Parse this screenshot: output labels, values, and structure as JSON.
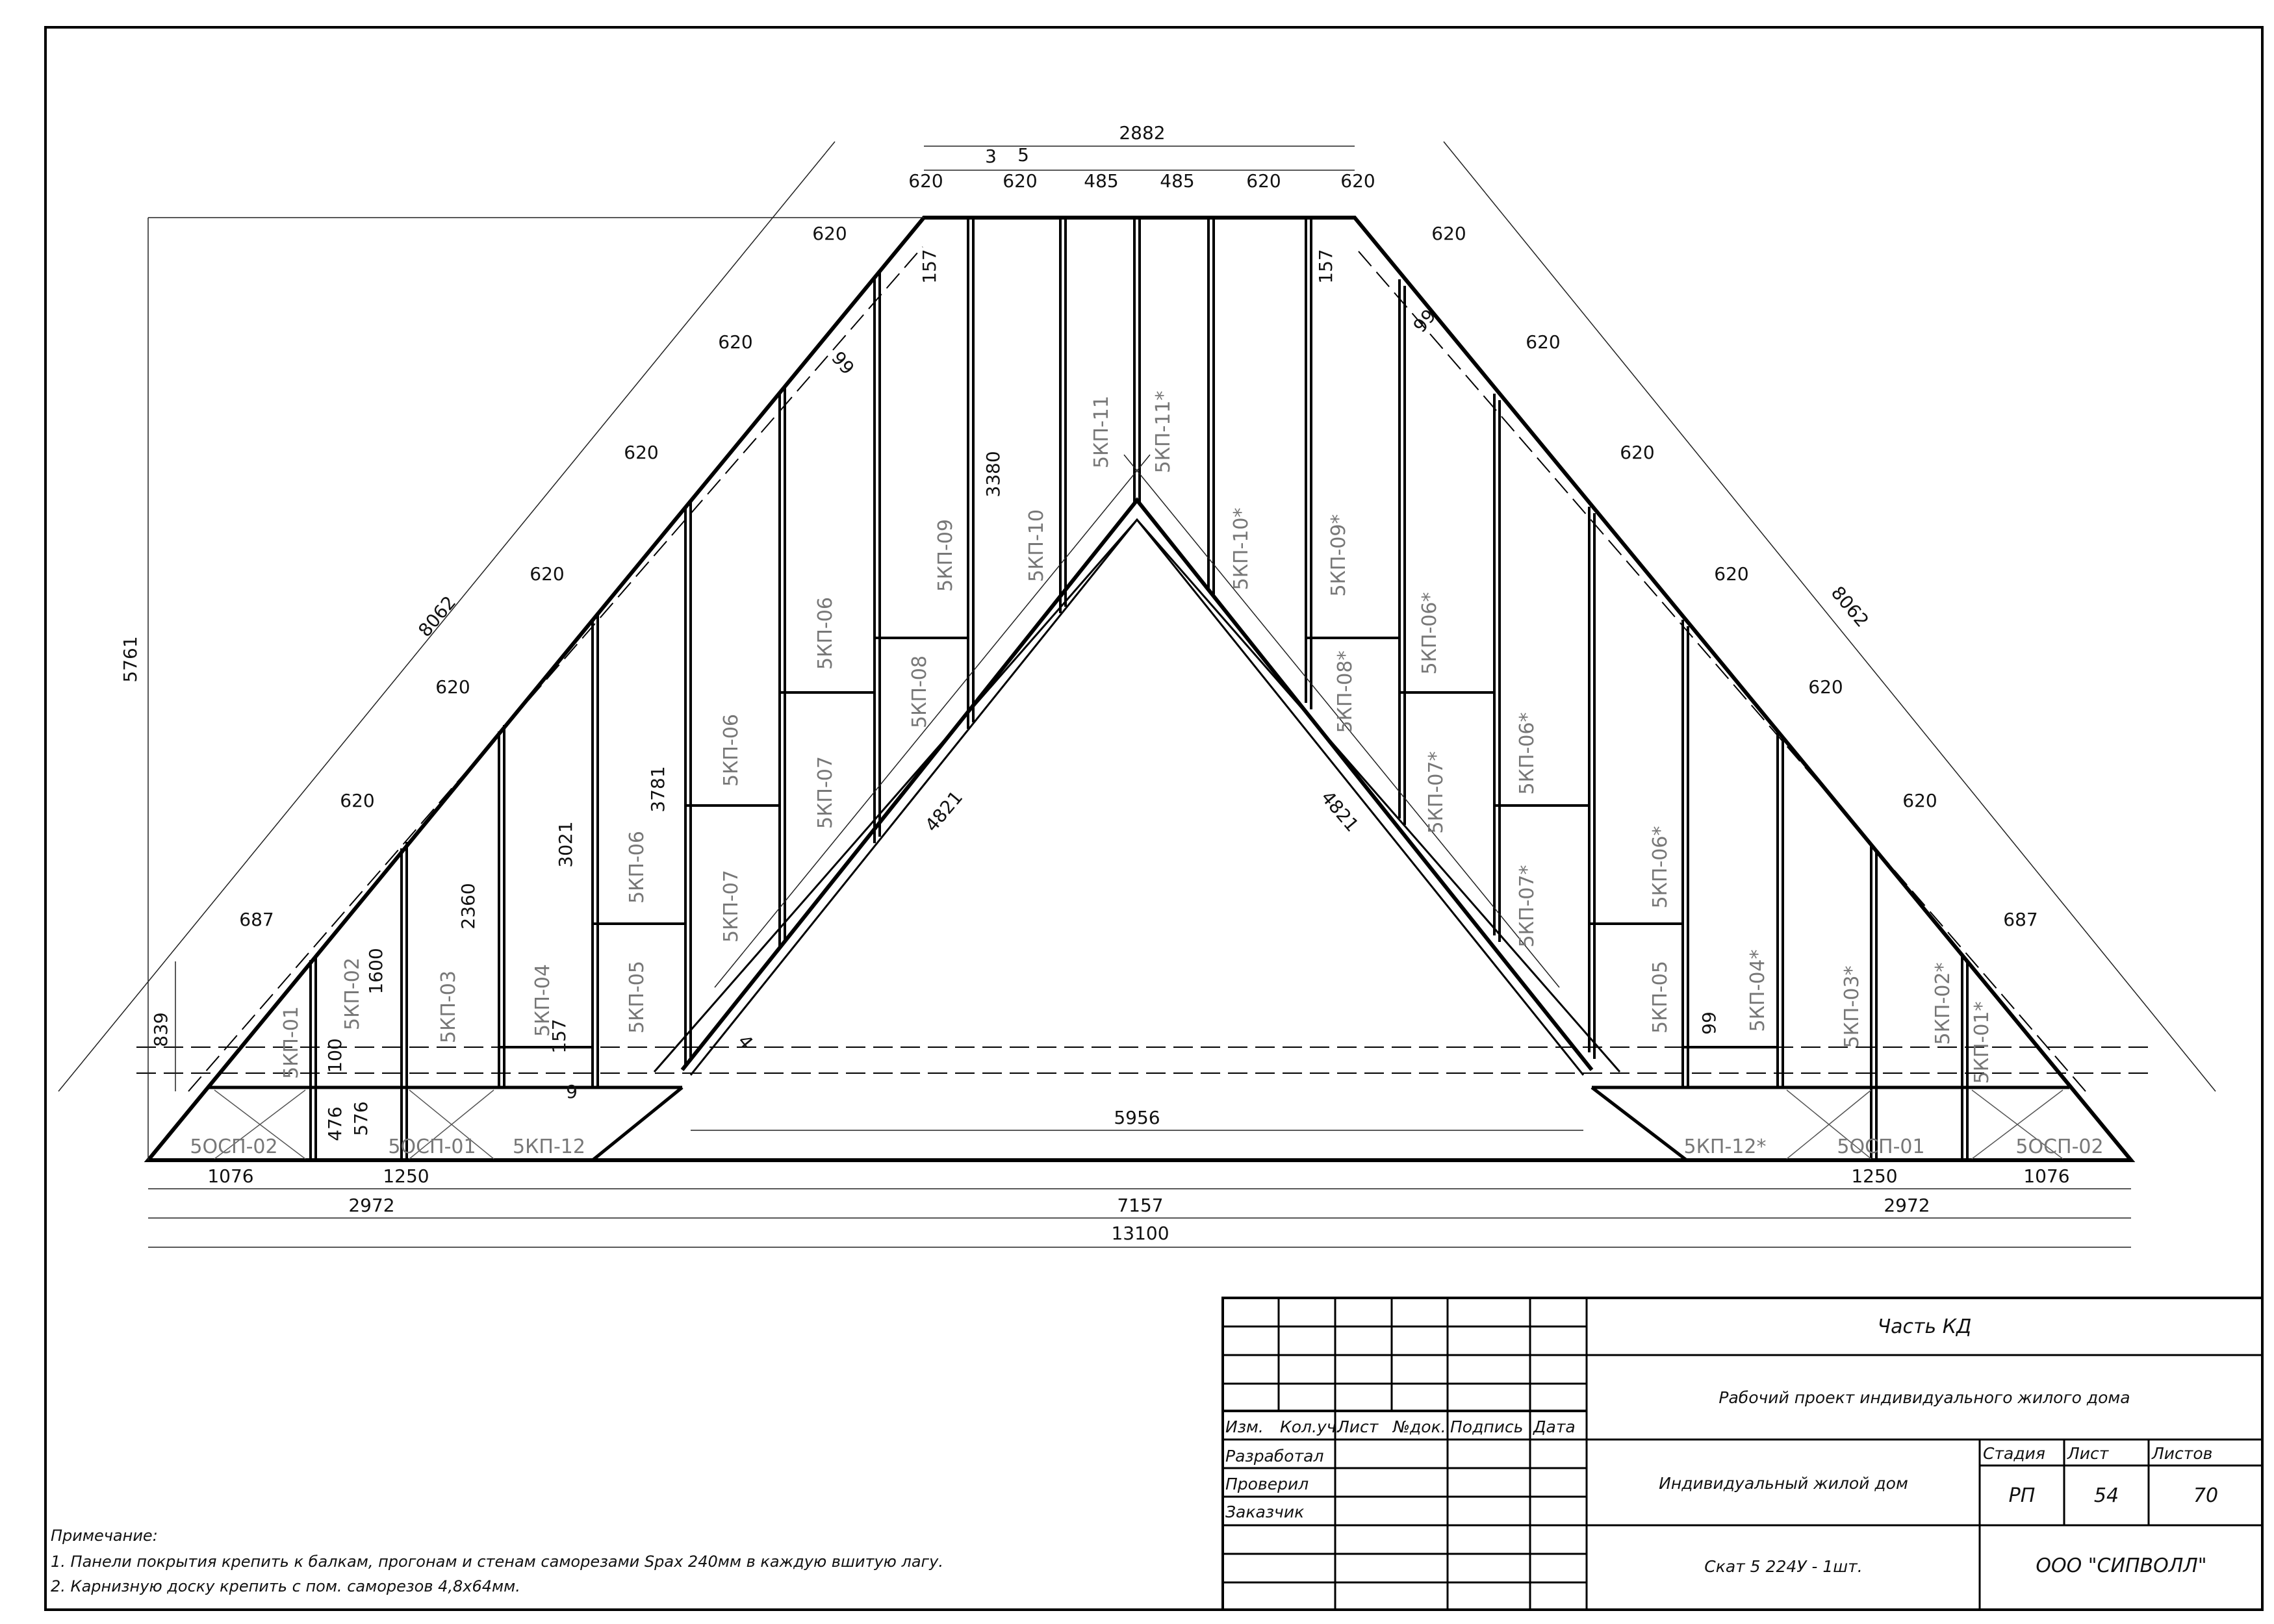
{
  "dimensions": {
    "top_overall": "2882",
    "top_segments": [
      "620",
      "620",
      "485",
      "485",
      "620",
      "620"
    ],
    "offset_mark": "3",
    "step_mark": "5",
    "left_slope_length": "8062",
    "right_slope_length": "8062",
    "height_overall": "5761",
    "inner_slope_left": "4821",
    "inner_slope_right": "4821",
    "inner_span": "5956",
    "bottom_left_small": "1076",
    "bottom_left_mid": "1250",
    "bottom_right_mid": "1250",
    "bottom_right_small": "1076",
    "bottom_left_wide": "2972",
    "bottom_center": "7157",
    "bottom_right_wide": "2972",
    "bottom_total": "13100",
    "left_stair_steps": [
      "687",
      "620",
      "620",
      "620",
      "620",
      "620",
      "620"
    ],
    "right_stair_steps": [
      "620",
      "620",
      "620",
      "620",
      "620",
      "620",
      "687"
    ],
    "verticals": [
      "839",
      "1600",
      "2360",
      "3021",
      "3781",
      "3380"
    ],
    "small_values": [
      "100",
      "476",
      "576",
      "157",
      "157",
      "157",
      "99",
      "99",
      "99",
      "4",
      "9"
    ]
  },
  "panels": {
    "left": [
      "5КП-01",
      "5КП-02",
      "5КП-03",
      "5КП-04",
      "5КП-05",
      "5КП-06",
      "5КП-06",
      "5КП-07",
      "5КП-07",
      "5КП-06",
      "5КП-08",
      "5КП-09",
      "5КП-10",
      "5КП-11",
      "5КП-12"
    ],
    "right": [
      "5КП-11*",
      "5КП-10*",
      "5КП-09*",
      "5КП-08*",
      "5КП-06*",
      "5КП-07*",
      "5КП-06*",
      "5КП-07*",
      "5КП-06*",
      "5КП-05",
      "5КП-04*",
      "5КП-03*",
      "5КП-02*",
      "5КП-01*",
      "5КП-12*"
    ],
    "eaves_left": [
      "5ОСП-02",
      "5ОСП-01"
    ],
    "eaves_right": [
      "5ОСП-01",
      "5ОСП-02"
    ]
  },
  "title_block": {
    "columns": [
      "Изм.",
      "Кол.уч.",
      "Лист",
      "№док.",
      "Подпись",
      "Дата"
    ],
    "roles": [
      "Разработал",
      "Проверил",
      "Заказчик"
    ],
    "section": "Часть КД",
    "project": "Рабочий проект индивидуального жилого дома",
    "object": "Индивидуальный жилой дом",
    "stage_label": "Стадия",
    "sheet_label": "Лист",
    "sheets_label": "Листов",
    "stage": "РП",
    "sheet": "54",
    "sheets": "70",
    "drawing": "Скат 5 224У - 1шт.",
    "company": "ООО \"СИПВОЛЛ\""
  },
  "notes": {
    "heading": "Примечание:",
    "items": [
      "1. Панели покрытия крепить к балкам, прогонам и стенам саморезами Spax 240мм в каждую вшитую лагу.",
      "2. Карнизную доску крепить с пом. саморезов 4,8х64мм."
    ]
  }
}
